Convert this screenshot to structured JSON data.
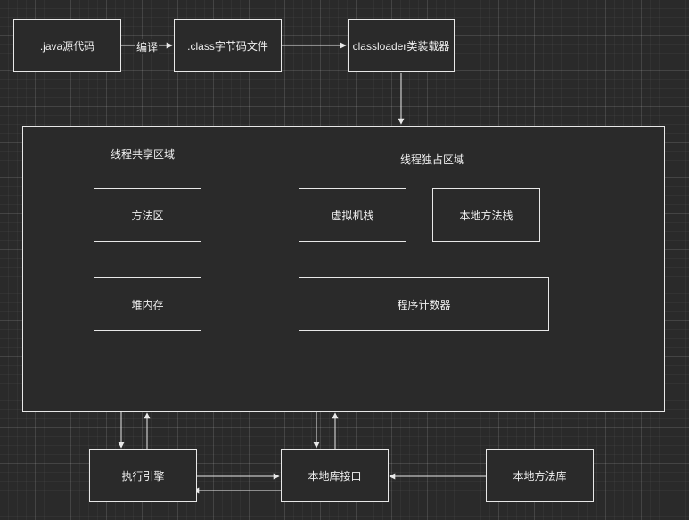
{
  "nodes": {
    "java_source": ".java源代码",
    "class_file": ".class字节码文件",
    "classloader": "classloader类装载器",
    "method_area": "方法区",
    "heap": "堆内存",
    "vm_stack": "虚拟机栈",
    "native_method_stack": "本地方法栈",
    "program_counter": "程序计数器",
    "execution_engine": "执行引擎",
    "native_interface": "本地库接口",
    "native_library": "本地方法库"
  },
  "regions": {
    "shared": "线程共享区域",
    "exclusive": "线程独占区域"
  },
  "edge_labels": {
    "compile": "编译"
  },
  "colors": {
    "background": "#2a2a2a",
    "stroke": "#e8e8e8",
    "text": "#f0f0f0"
  }
}
